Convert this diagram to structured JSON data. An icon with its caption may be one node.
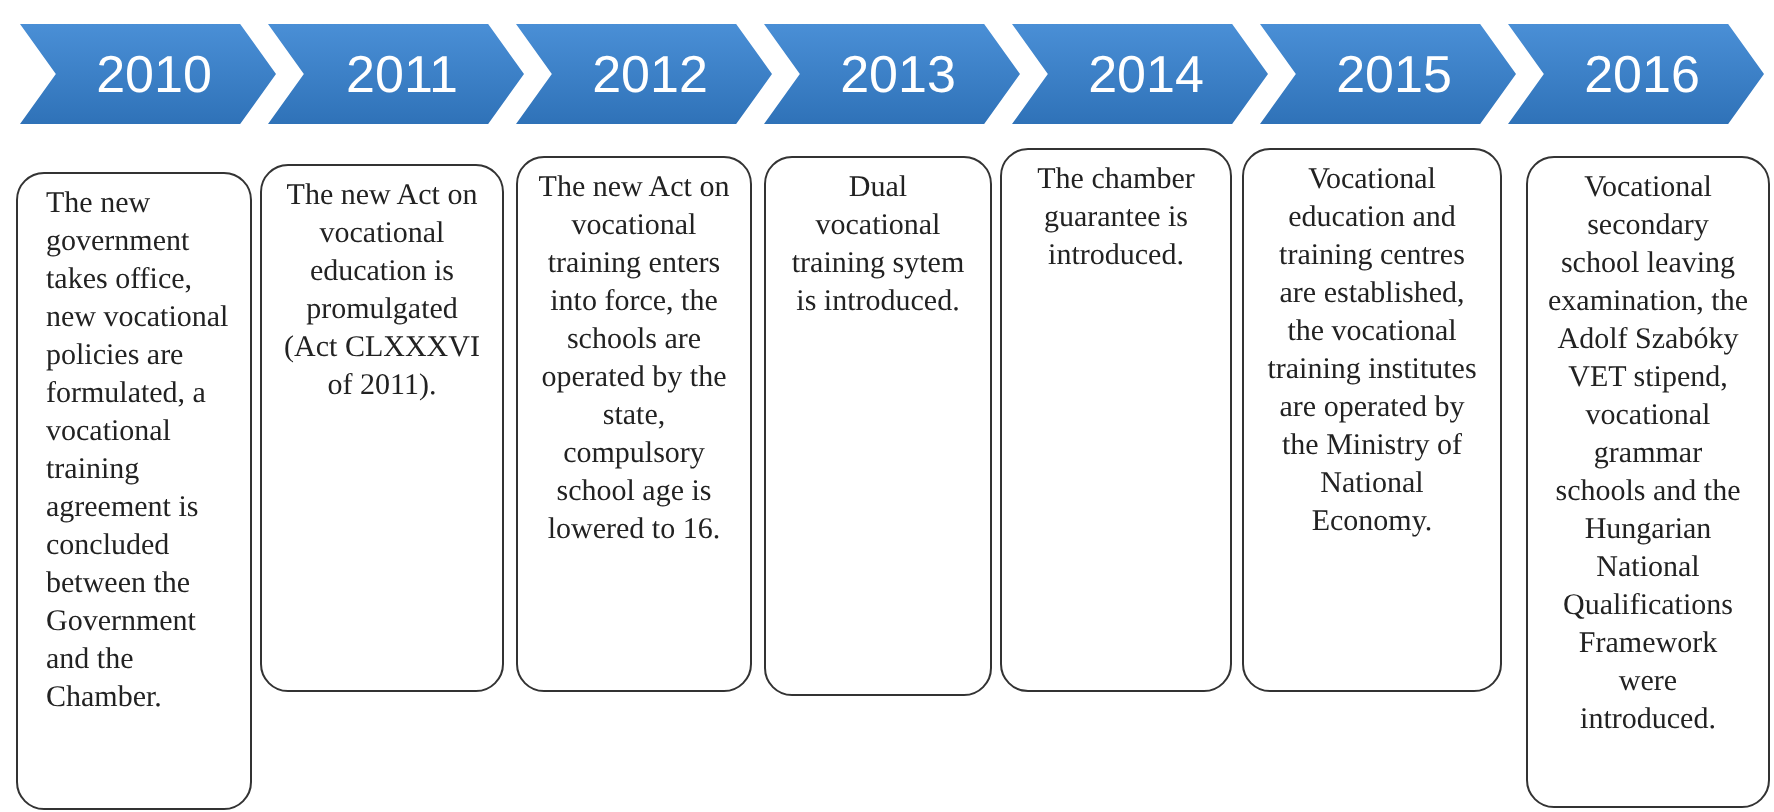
{
  "diagram": {
    "nodes": [
      {
        "text": [
          "2010"
        ]
      },
      {
        "text": [
          "2011"
        ]
      },
      {
        "text": [
          "2012"
        ]
      },
      {
        "text": [
          "2013"
        ]
      },
      {
        "text": [
          "2014"
        ]
      },
      {
        "text": [
          "2015"
        ]
      },
      {
        "text": [
          "2016"
        ]
      },
      {
        "text": [
          "The new government takes office, new vocational policies are formulated, a vocational training agreement is concluded between the Government and the Chamber."
        ]
      },
      {
        "text": [
          "The new Act on vocational education is promulgated (Act CLXXXVI of 2011)."
        ]
      },
      {
        "text": [
          "The new Act on vocational training enters into force, the schools are operated by the state, compulsory school age is lowered to 16."
        ]
      },
      {
        "text": [
          "Dual vocational training sytem is introduced."
        ]
      },
      {
        "text": [
          "The chamber guarantee is introduced."
        ]
      },
      {
        "text": [
          "Vocational education and training centres are established, the vocational training institutes are operated by the Ministry of National Economy."
        ]
      },
      {
        "text": [
          "Vocational secondary school leaving examination, the Adolf Szabóky VET stipend, vocational grammar schools and the Hungarian National Qualifications Framework were introduced."
        ]
      }
    ]
  }
}
